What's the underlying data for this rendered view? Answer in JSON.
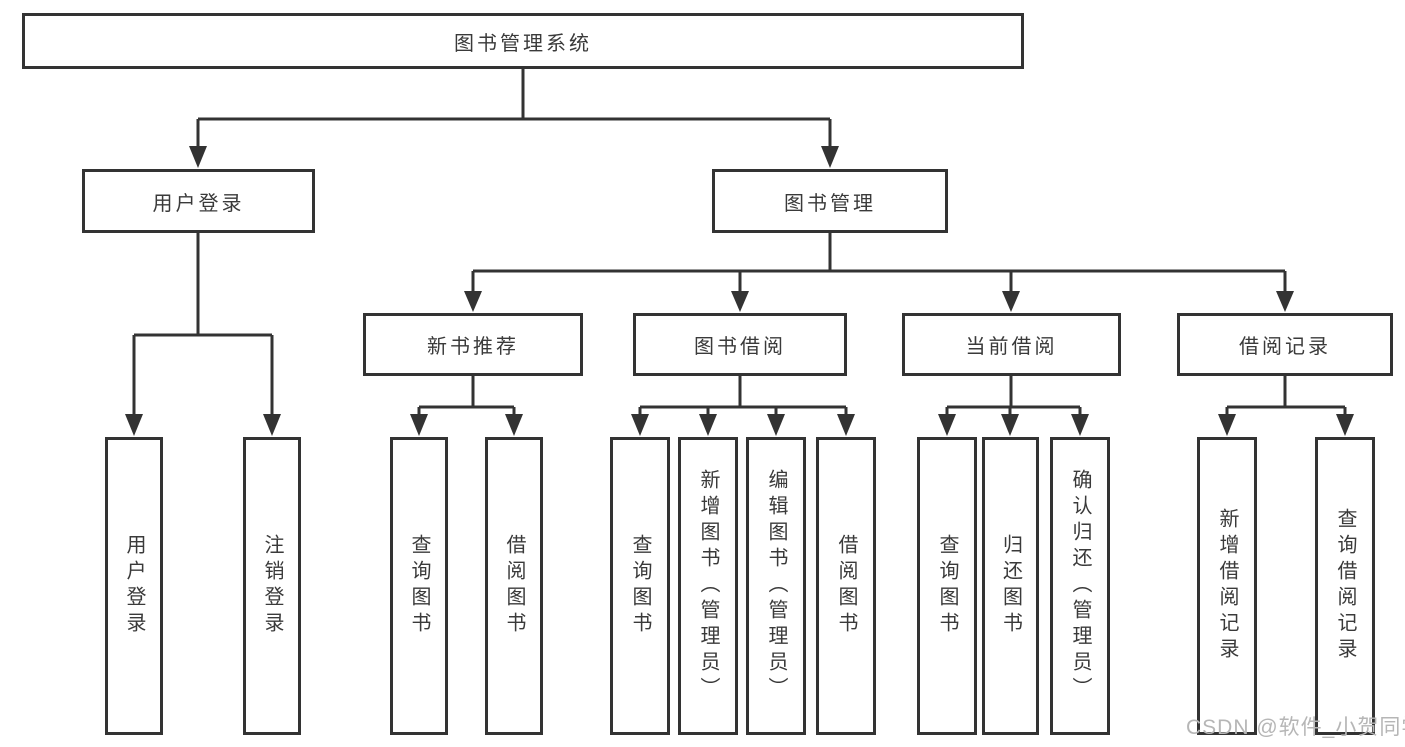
{
  "diagram": {
    "root": {
      "label": "图书管理系统"
    },
    "level1": [
      {
        "label": "用户登录"
      },
      {
        "label": "图书管理"
      }
    ],
    "level2": [
      {
        "label": "新书推荐",
        "parent": "图书管理"
      },
      {
        "label": "图书借阅",
        "parent": "图书管理"
      },
      {
        "label": "当前借阅",
        "parent": "图书管理"
      },
      {
        "label": "借阅记录",
        "parent": "图书管理"
      }
    ],
    "leaves": [
      {
        "label": "用户登录",
        "parent": "用户登录"
      },
      {
        "label": "注销登录",
        "parent": "用户登录"
      },
      {
        "label": "查询图书",
        "parent": "新书推荐"
      },
      {
        "label": "借阅图书",
        "parent": "新书推荐"
      },
      {
        "label": "查询图书",
        "parent": "图书借阅"
      },
      {
        "label": "新增图书（管理员）",
        "parent": "图书借阅"
      },
      {
        "label": "编辑图书（管理员）",
        "parent": "图书借阅"
      },
      {
        "label": "借阅图书",
        "parent": "图书借阅"
      },
      {
        "label": "查询图书",
        "parent": "当前借阅"
      },
      {
        "label": "归还图书",
        "parent": "当前借阅"
      },
      {
        "label": "确认归还（管理员）",
        "parent": "当前借阅"
      },
      {
        "label": "新增借阅记录",
        "parent": "借阅记录"
      },
      {
        "label": "查询借阅记录",
        "parent": "借阅记录"
      }
    ]
  },
  "watermark": {
    "text": "CSDN @软件_小贺同学"
  },
  "colors": {
    "line": "#333333",
    "box_border": "#333333",
    "text": "#3a3a3a",
    "watermark": "#b6b6b6",
    "background": "#ffffff"
  }
}
